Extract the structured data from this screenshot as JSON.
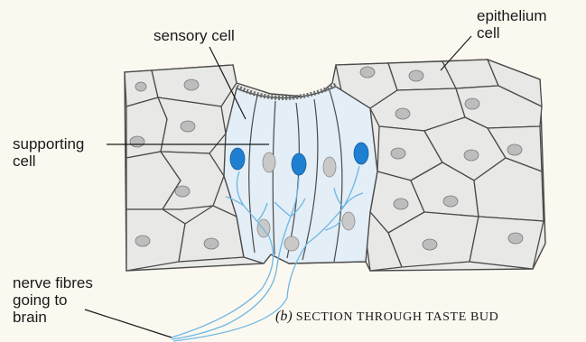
{
  "labels": {
    "sensory_cell": "sensory cell",
    "epithelium_line1": "epithelium",
    "epithelium_line2": "cell",
    "supporting_line1": "supporting",
    "supporting_line2": "cell",
    "nerve_line1": "nerve fibres",
    "nerve_line2": "going to",
    "nerve_line3": "brain"
  },
  "caption": {
    "letter": "(b)",
    "text": "SECTION THROUGH TASTE BUD"
  },
  "colors": {
    "background": "#fbf8f0",
    "cell_fill": "#e9e9e7",
    "cell_stroke": "#4a4a4a",
    "nucleus": "#bdbdbd",
    "bud_fill": "#e3eef6",
    "nerve": "#6fb7e4",
    "nerve_nucleus": "#1f7fd0"
  }
}
